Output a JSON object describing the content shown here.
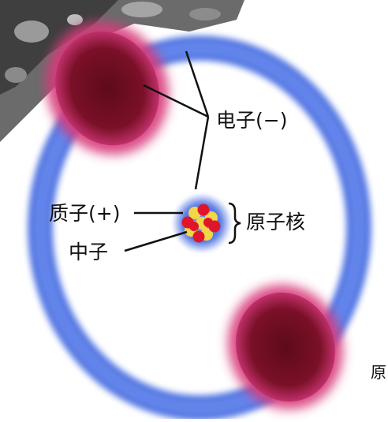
{
  "labels": {
    "electron": "电子(−)",
    "proton": "质子(+)",
    "neutron": "中子",
    "nucleus": "原子核",
    "corner_fragment": "原"
  },
  "icons": {
    "bracket": "right-curly-brace"
  },
  "colors": {
    "orbit": "#4f73e2",
    "electron_cloud": "#6e0f22",
    "electron_glow": "#d83a7a",
    "proton": "#e0152a",
    "neutron": "#f3d54a",
    "background_photo": "#5a5a5a",
    "text": "#111111"
  }
}
